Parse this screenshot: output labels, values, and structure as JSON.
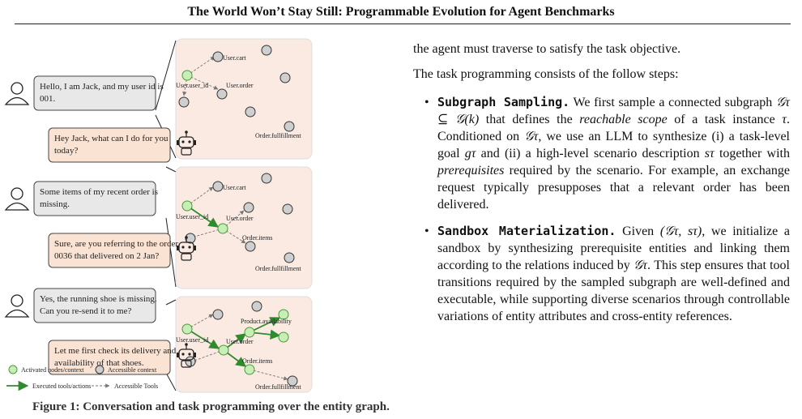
{
  "header": "The World Won’t Stay Still: Programmable Evolution for Agent Benchmarks",
  "figure": {
    "chat": [
      {
        "role": "user",
        "lines": [
          "Hello, I am Jack, and my user id is",
          "001."
        ]
      },
      {
        "role": "agent",
        "lines": [
          "Hey Jack, what can I do for you",
          "today?"
        ]
      },
      {
        "role": "user",
        "lines": [
          "Some items of my recent order is",
          "missing."
        ]
      },
      {
        "role": "agent",
        "lines": [
          "Sure, are you referring to the order",
          "0036 that delivered on 2 Jan?"
        ]
      },
      {
        "role": "user",
        "lines": [
          "Yes, the running shoe is missing.",
          "Can you re-send it to me?"
        ]
      },
      {
        "role": "agent",
        "lines": [
          "Let me first check its delivery and",
          "availability of that shoes."
        ]
      }
    ],
    "graph_labels": {
      "user_cart": "User.cart",
      "user_id": "User.user_id",
      "user_order": "User.order",
      "order_fulfillment": "Order.fullfillment",
      "order_items": "Order.items",
      "product_availability": "Product.availability"
    },
    "legend": {
      "activated": "Activated nodes/context",
      "accessible_context": "Accessible context",
      "executed": "Executed tools/actions",
      "accessible_tools": "Accessible Tools"
    }
  },
  "body": {
    "intro": "the agent must traverse to satisfy the task objective.",
    "steps_intro": "The task programming consists of the follow steps:",
    "b1_title": "Subgraph Sampling.",
    "b1_t1": " We first sample a connected subgraph ",
    "b1_m1": "𝒢τ ⊆ 𝒢(k)",
    "b1_t2": " that defines the ",
    "b1_e1": "reachable scope",
    "b1_t3": " of a task instance ",
    "b1_m2": "τ",
    "b1_t4": ". Conditioned on ",
    "b1_m3": "𝒢τ",
    "b1_t5": ", we use an LLM to synthesize (i) a task-level goal ",
    "b1_m4": "gτ",
    "b1_t6": " and (ii) a high-level scenario description ",
    "b1_m5": "sτ",
    "b1_t7": " together with ",
    "b1_e2": "prerequisites",
    "b1_t8": " required by the scenario. For example, an exchange request typically presupposes that a relevant order has been delivered.",
    "b2_title": "Sandbox Materialization.",
    "b2_t1": " Given ",
    "b2_m1": "(𝒢τ, sτ)",
    "b2_t2": ", we initialize a sandbox by synthesizing prerequisite entities and linking them according to the relations induced by ",
    "b2_m2": "𝒢τ",
    "b2_t3": ". This step ensures that tool transitions required by the sampled subgraph are well-defined and executable, while supporting diverse scenarios through controllable variations of entity attributes and cross-entity references."
  },
  "caption": "Figure 1: Conversation and task programming over the entity graph."
}
